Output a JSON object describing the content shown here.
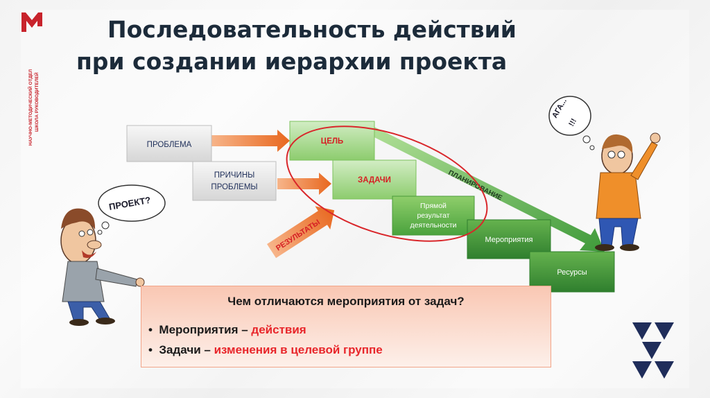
{
  "title": {
    "line1": "Последовательность действий",
    "line2": "при создании иерархии проекта"
  },
  "brand": {
    "logo_letter": "М",
    "vertical_text_line1": "НАУЧНО-МЕТОДИЧЕСКИЙ ОТДЕЛ",
    "vertical_text_line2": "ШКОЛА РУКОВОДИТЕЛЕЙ"
  },
  "diagram": {
    "boxes": {
      "problem": "ПРОБЛЕМА",
      "causes_line1": "ПРИЧИНЫ",
      "causes_line2": "ПРОБЛЕМЫ",
      "goal": "ЦЕЛЬ",
      "tasks": "ЗАДАЧИ",
      "direct_result_line1": "Прямой",
      "direct_result_line2": "результат",
      "direct_result_line3": "деятельности",
      "activities": "Мероприятия",
      "resources": "Ресурсы"
    },
    "planning_label": "ПЛАНИРОВАНИЕ",
    "results_label": "РЕЗУЛЬТАТЫ",
    "bubble_left": "ПРОЕКТ?",
    "bubble_right_line1": "АГА...",
    "bubble_right_line2": "!!!"
  },
  "callout": {
    "question": "Чем отличаются мероприятия от задач?",
    "item1_term": "Мероприятия",
    "item1_dash": " – ",
    "item1_def": "действия",
    "item2_term": "Задачи",
    "item2_dash": " – ",
    "item2_def": "изменения в целевой группе"
  },
  "colors": {
    "gray_box": "#e3e3e3",
    "green_light": "#a6d88a",
    "green_dark": "#3f9a3a",
    "orange_arrow": "#ee7d32",
    "red_text": "#e8262b",
    "oval": "#d9262a",
    "corner_triangles": "#1f2d5a"
  }
}
